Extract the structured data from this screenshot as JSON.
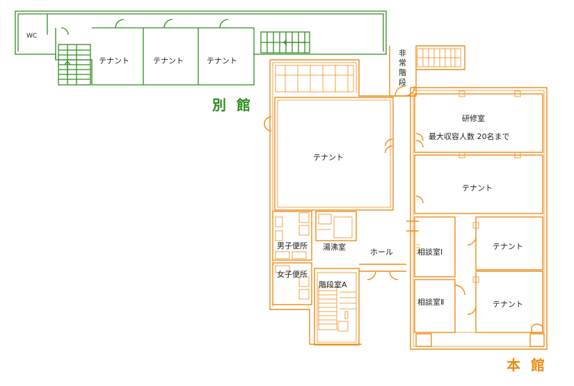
{
  "colors": {
    "annex": "#2f8a1f",
    "main": "#f08a14",
    "text": "#1a1a1a"
  },
  "annex": {
    "title": "別 館",
    "wc": "WC",
    "tenant_1": "テナント",
    "tenant_2": "テナント",
    "tenant_3": "テナント"
  },
  "main": {
    "title": "本 館",
    "emergency_stairs": [
      "非",
      "常",
      "階",
      "段"
    ],
    "training_room": "研修室",
    "capacity": "最大収容人数 20名まで",
    "tenant_large": "テナント",
    "tenant_mid": "テナント",
    "mens_restroom": "男子便所",
    "kettle_room": "湯沸室",
    "hall": "ホール",
    "consult_1": "相談室Ⅰ",
    "consult_2": "相談室Ⅱ",
    "tenant_right_1": "テナント",
    "tenant_right_2": "テナント",
    "womens_restroom": "女子便所",
    "stair_room": "階段室A"
  }
}
